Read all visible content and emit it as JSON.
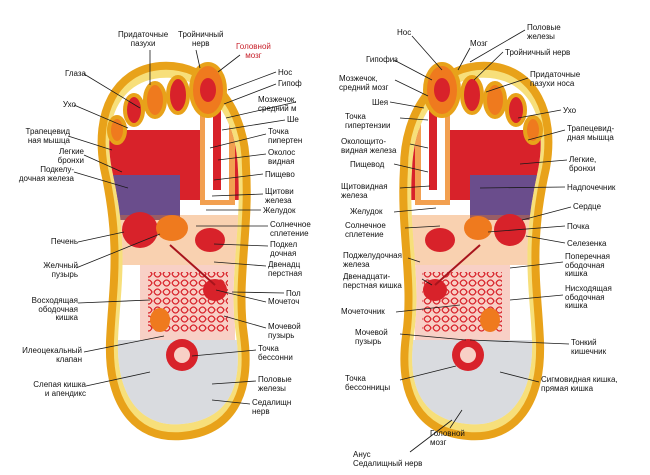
{
  "colors": {
    "outline": "#e8a21a",
    "sole": "#f7df7a",
    "red": "#d8222a",
    "dark_red": "#a8141c",
    "orange": "#ef7a1e",
    "purple": "#6a4d8c",
    "pink": "#f8d0c6",
    "grey": "#b9bdc4",
    "label_text": "#111111",
    "accent_label": "#c8202a"
  },
  "left_foot": {
    "labels": [
      "Придаточные\nпазухи",
      "Тройничный\nнерв",
      "Головной\nмозг",
      "Нос",
      "Гипоф",
      "Глаза",
      "Ухо",
      "Трапецевид\nная мышца",
      "Легкие\nбронхи",
      "Подкелу-\nдочная железа",
      "Мозжечок,\nсредний м",
      "Ше",
      "Точка\nпипертен",
      "Околос\nвидная",
      "Пищево",
      "Щитови\nжелеза",
      "Желудок",
      "Солнечное\nсплетение",
      "Подкел\nдочная",
      "Двенадц\nперстная",
      "Печень",
      "Желчный\nпузырь",
      "Восходящая\nободочная\nкишка",
      "Пол",
      "Мочеточ",
      "Мочевой\nпузырь",
      "Илеоцекальный\nклапан",
      "Точка\nбессонни",
      "Слепая кишка\nи апендикс",
      "Половые\nжелезы",
      "Седалищн\nнерв"
    ]
  },
  "right_foot": {
    "labels": [
      "Нос",
      "Мозг",
      "Половые\nжелезы",
      "Гипофиз",
      "Тройничный нерв",
      "Мозжечок,\nсредний мозг",
      "Придаточные\nпазухи носа",
      "Шея",
      "Ухо",
      "Точка\nгипертензии",
      "Трапецевид-\nдная мышца",
      "Околощито-\nвидная железа",
      "Пищевод",
      "Легкие,\nбронхи",
      "Щитовидная\nжелеза",
      "Надпочечник",
      "Желудок",
      "Сердце",
      "Солнечное\nсплетение",
      "Почка",
      "Поджелудочная\nжелеза",
      "Селезенка",
      "Поперечная\nободочная\nкишка",
      "Двенадцати-\nперстная кишка",
      "Нисходящая\nободочная\nкишка",
      "Мочеточник",
      "Мочевой\nпузырь",
      "Тонкий\nкишечник",
      "Точка\nбессонницы",
      "Сигмовидная кишка,\nпрямая кишка",
      "Головной\nмозг",
      "Анус\nСедалищный нерв"
    ]
  }
}
